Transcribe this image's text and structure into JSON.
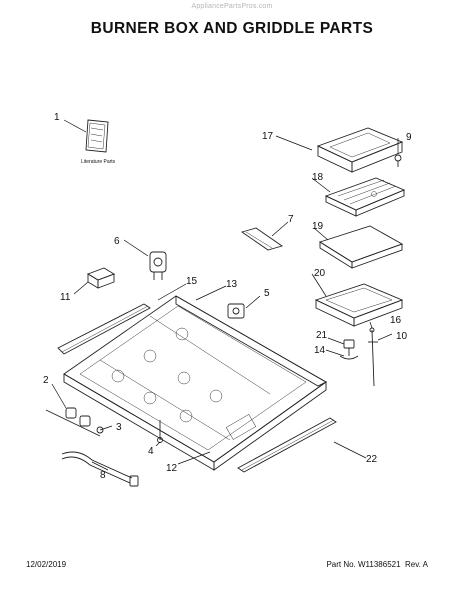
{
  "watermark": "AppliancePartsPros.com",
  "title": "BURNER BOX AND GRIDDLE PARTS",
  "literature_label": "Literature Parts",
  "callouts": [
    "1",
    "2",
    "3",
    "4",
    "5",
    "6",
    "7",
    "8",
    "9",
    "10",
    "11",
    "12",
    "13",
    "14",
    "15",
    "16",
    "17",
    "18",
    "19",
    "20",
    "21",
    "22"
  ],
  "footer": {
    "date": "12/02/2019",
    "part_number": "Part No. W11386521",
    "revision": "Rev. A"
  }
}
